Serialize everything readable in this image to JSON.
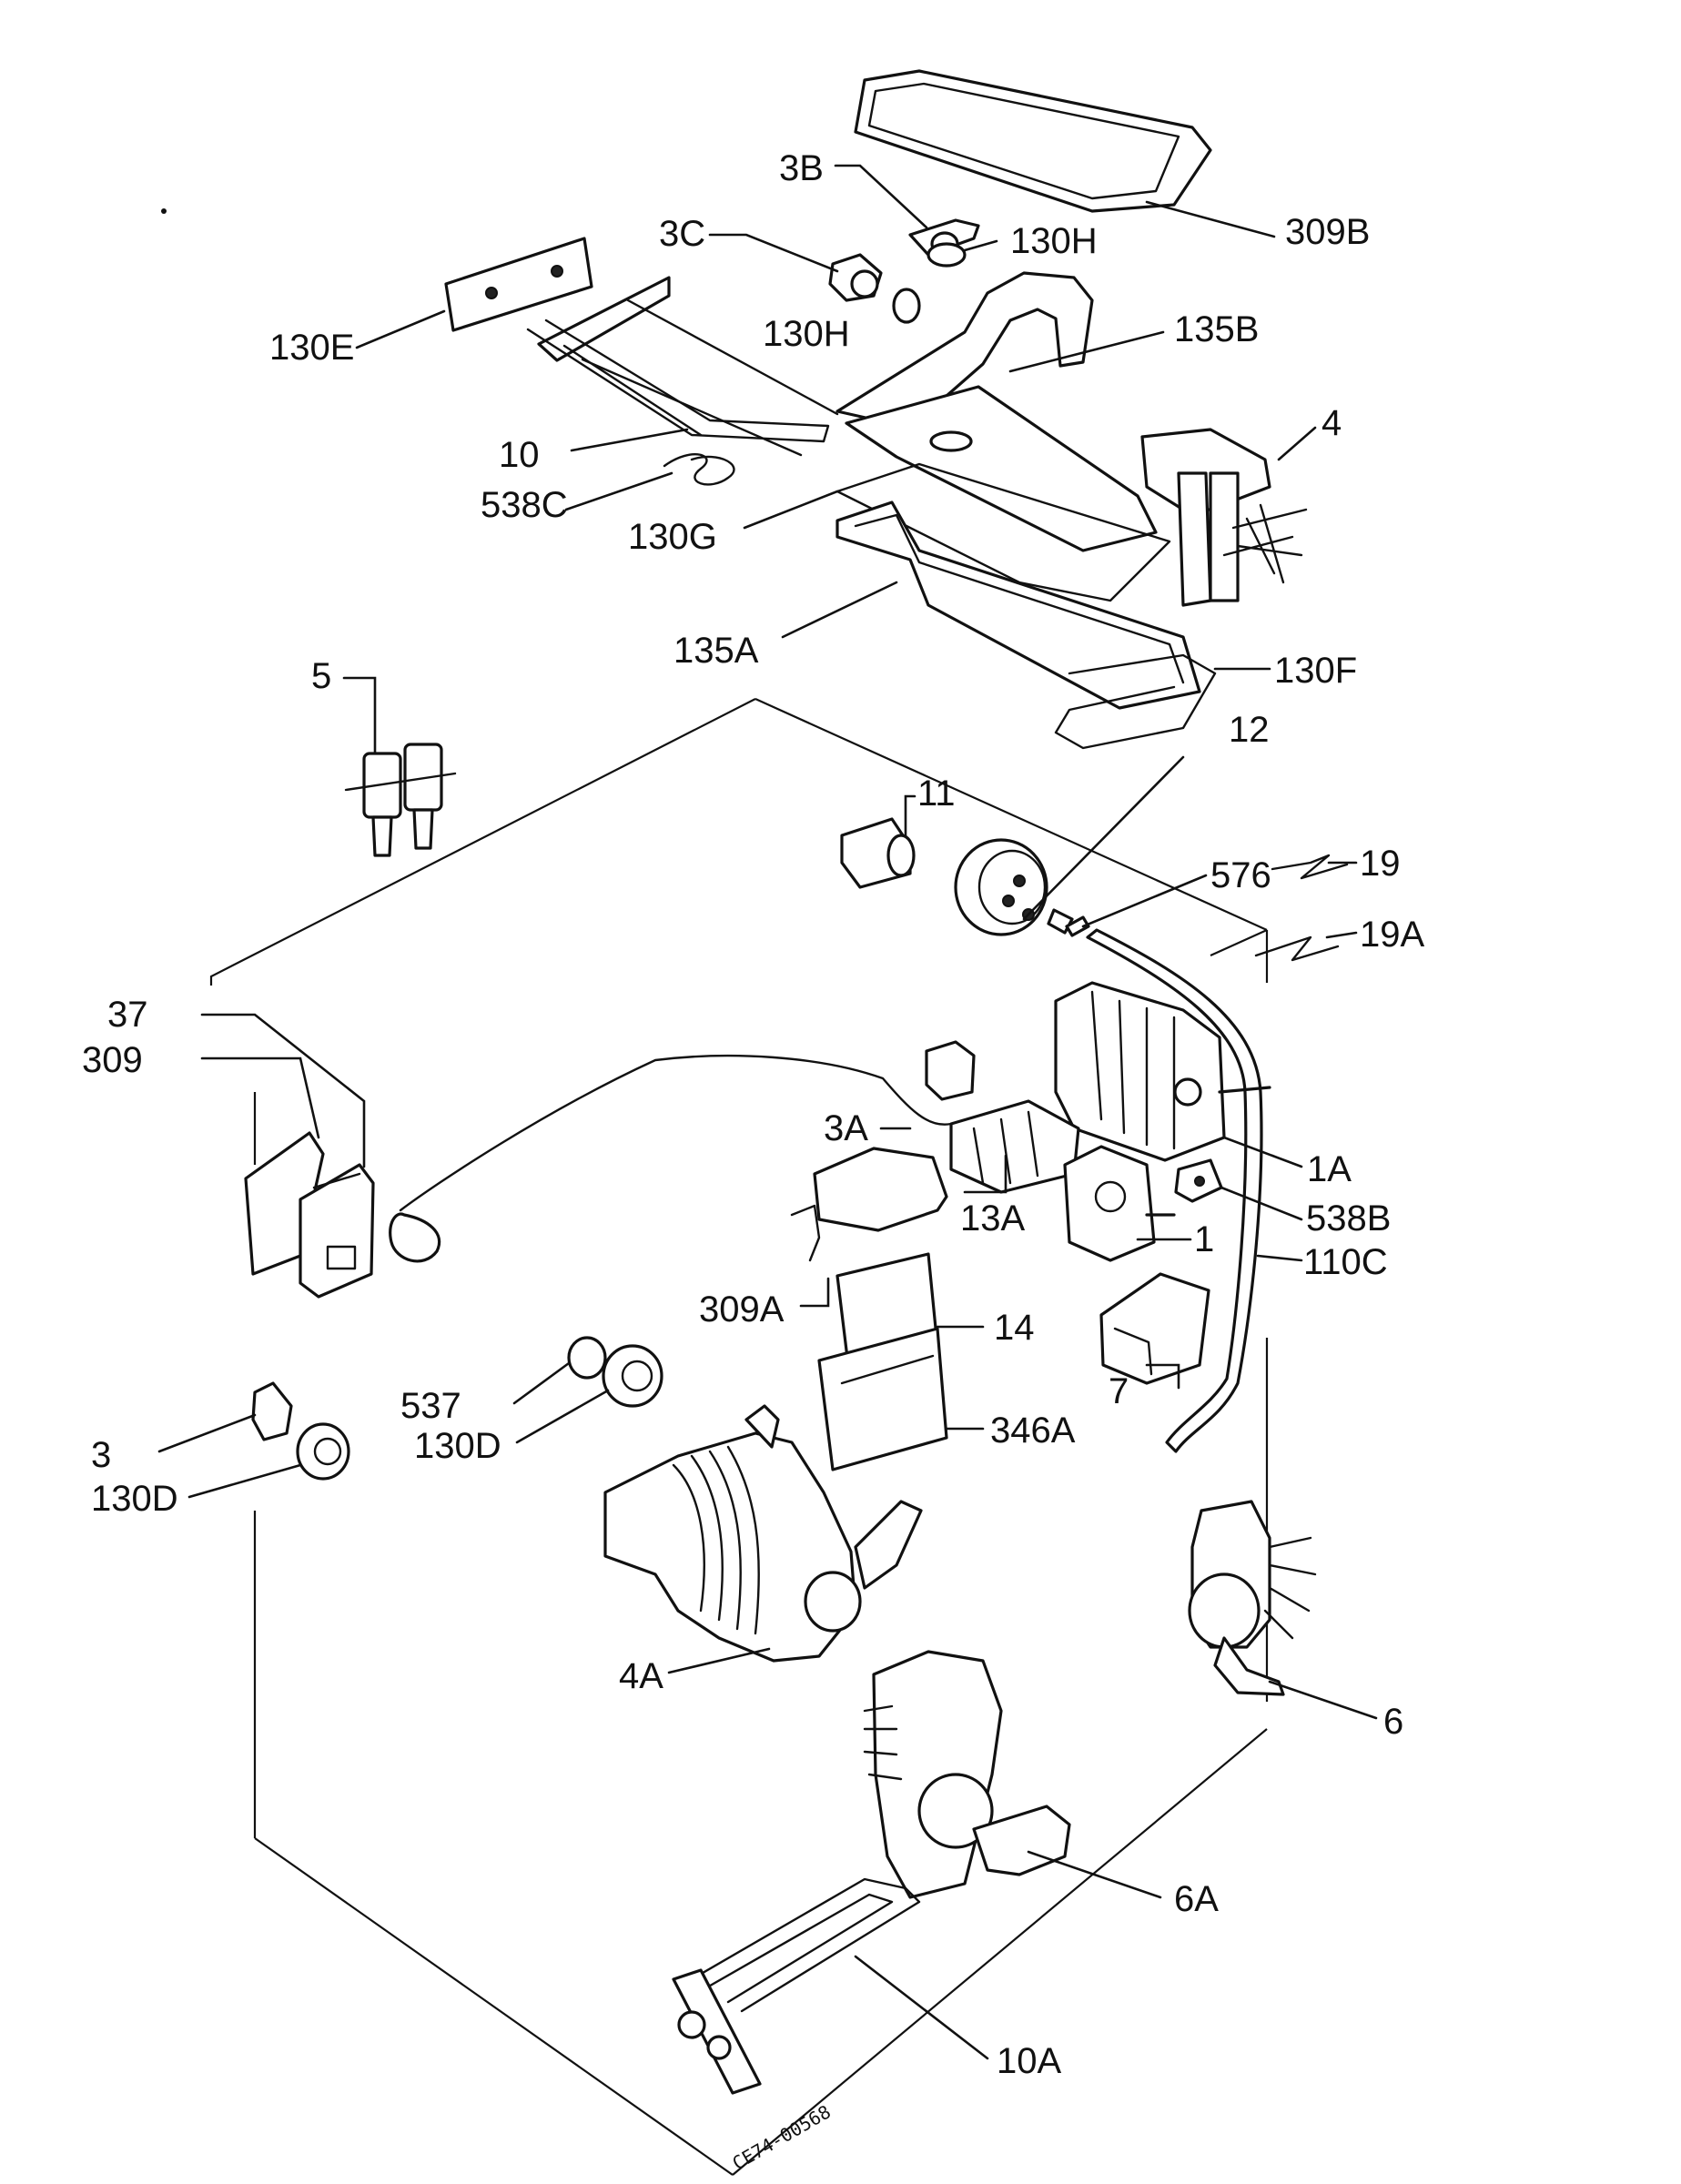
{
  "labels": {
    "l309b": "309B",
    "l3b": "3B",
    "l3c": "3C",
    "l130h_top": "130H",
    "l130h_mid": "130H",
    "l130e": "130E",
    "l135b": "135B",
    "l4": "4",
    "l10": "10",
    "l538c": "538C",
    "l130g": "130G",
    "l135a": "135A",
    "l130f": "130F",
    "l5": "5",
    "l12": "12",
    "l11": "11",
    "l576": "576",
    "l19": "19",
    "l19a": "19A",
    "l37": "37",
    "l309": "309",
    "l3a": "3A",
    "l1a": "1A",
    "l13a": "13A",
    "l538b": "538B",
    "l1": "1",
    "l110c": "110C",
    "l309a": "309A",
    "l14": "14",
    "l7": "7",
    "l537": "537",
    "l130d_mid": "130D",
    "l346a": "346A",
    "l3": "3",
    "l130d_left": "130D",
    "l4a": "4A",
    "l6": "6",
    "l6a": "6A",
    "l10a": "10A"
  },
  "drawing_code": "CE74-00568"
}
